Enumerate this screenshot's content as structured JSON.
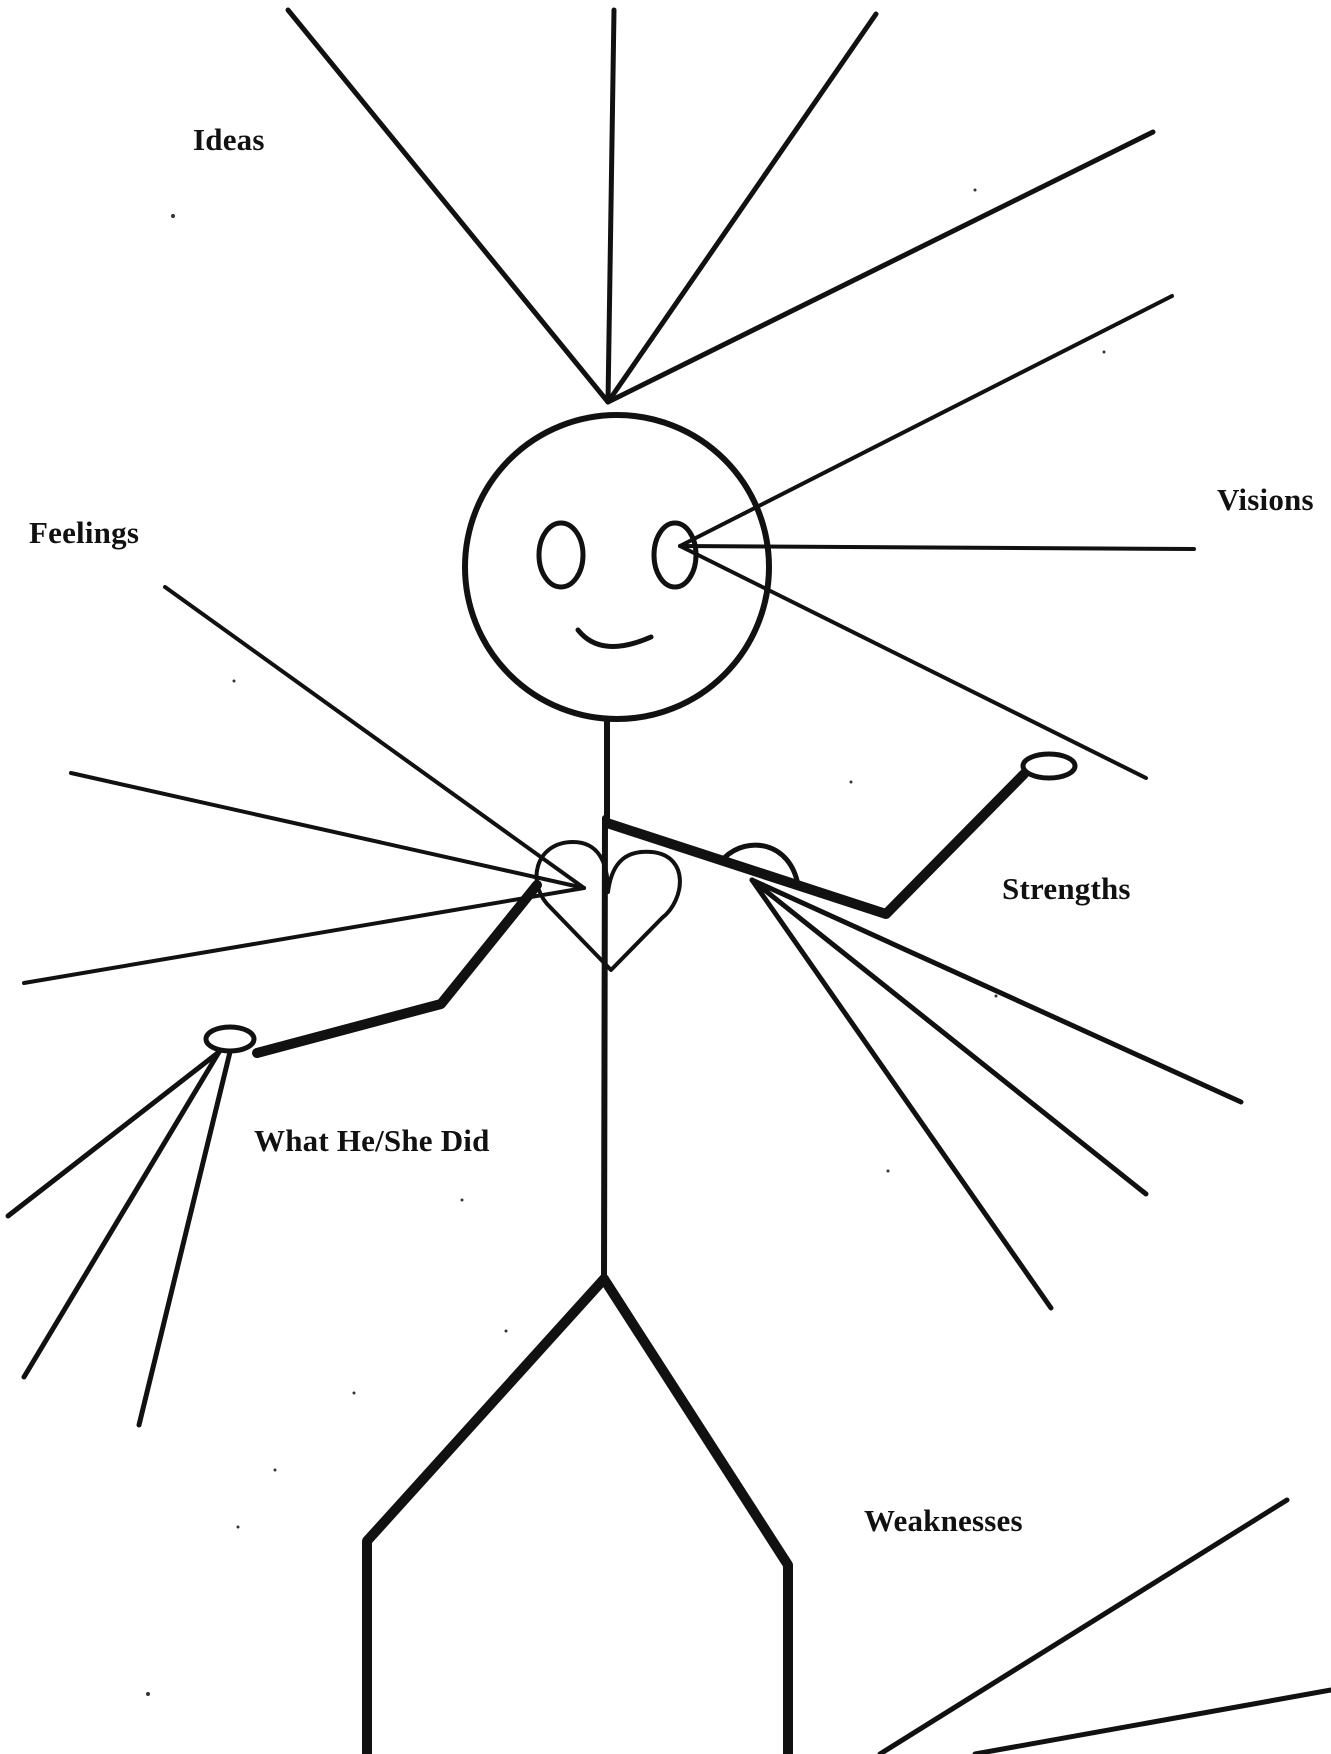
{
  "labels": {
    "ideas": "Ideas",
    "feelings": "Feelings",
    "visions": "Visions",
    "strengths": "Strengths",
    "what_did": "What He/She Did",
    "weaknesses": "Weaknesses"
  },
  "colors": {
    "ink": "#111111",
    "paper": "#ffffff"
  }
}
